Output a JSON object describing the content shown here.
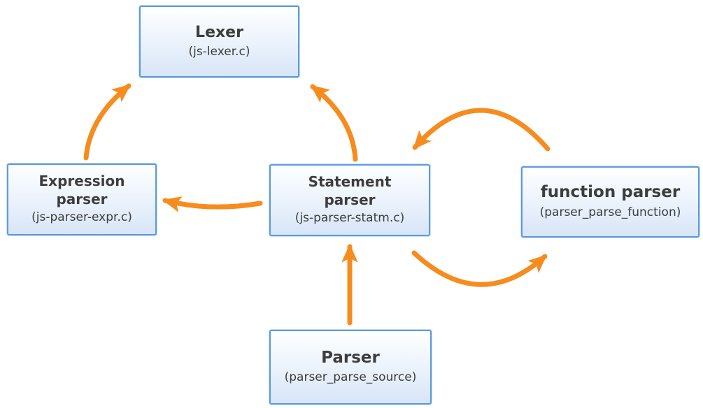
{
  "diagram": {
    "nodes": [
      {
        "id": "lexer",
        "title": "Lexer",
        "subtitle": "(js-lexer.c)"
      },
      {
        "id": "expression-parser",
        "title": "Expression\nparser",
        "subtitle": "(js-parser-expr.c)"
      },
      {
        "id": "statement-parser",
        "title": "Statement\nparser",
        "subtitle": "(js-parser-statm.c)"
      },
      {
        "id": "function-parser",
        "title": "function parser",
        "subtitle": "(parser_parse_function)"
      },
      {
        "id": "parser",
        "title": "Parser",
        "subtitle": "(parser_parse_source)"
      }
    ],
    "edges": [
      {
        "from": "expression-parser",
        "to": "lexer"
      },
      {
        "from": "statement-parser",
        "to": "lexer"
      },
      {
        "from": "statement-parser",
        "to": "expression-parser"
      },
      {
        "from": "function-parser",
        "to": "statement-parser"
      },
      {
        "from": "statement-parser",
        "to": "function-parser"
      },
      {
        "from": "parser",
        "to": "statement-parser"
      }
    ],
    "colors": {
      "arrow": "#f78c1e",
      "node_border": "#5b9bdd",
      "node_fill_top": "#feffff",
      "node_fill_bottom": "#d8e5f7",
      "text": "#3d3d3d"
    }
  }
}
